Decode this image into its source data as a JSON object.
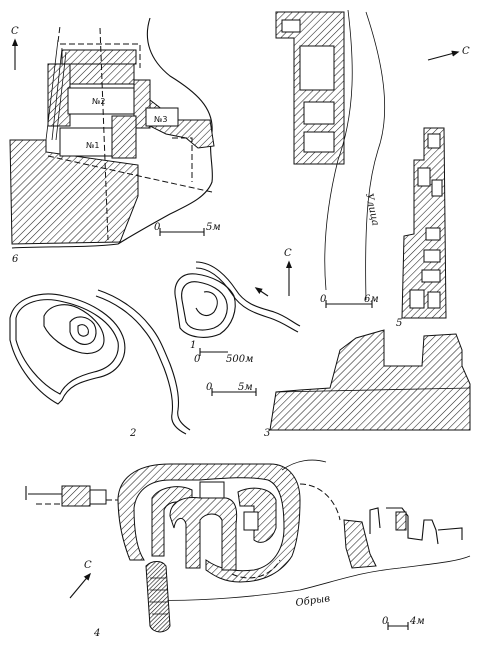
{
  "north": "С",
  "figures": {
    "f1": "1",
    "f2": "2",
    "f3": "3",
    "f4": "4",
    "f5": "5",
    "f6": "6"
  },
  "rooms": {
    "r1": "№1",
    "r2": "№2",
    "r3": "№3"
  },
  "scales": {
    "s6": {
      "zero": "0",
      "label": "5м"
    },
    "s5": {
      "zero": "0",
      "label": "6м"
    },
    "s1": {
      "zero": "0",
      "label": "500м"
    },
    "s2": {
      "zero": "0",
      "label": "5м"
    },
    "s4": {
      "zero": "0",
      "label": "4м"
    }
  },
  "labels": {
    "street": "Улица",
    "ravine": "Обрыв"
  }
}
